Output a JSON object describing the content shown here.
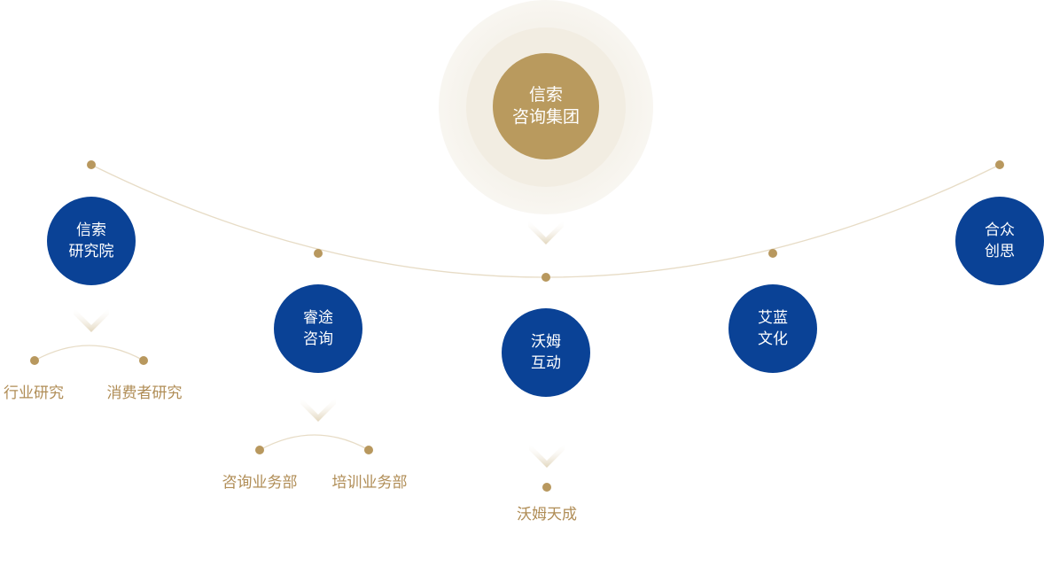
{
  "colors": {
    "gold": "#b99a5e",
    "gold_dot": "#b8985e",
    "gold_text": "#b08d56",
    "blue": "#0a4296",
    "arc": "#e7dcc6"
  },
  "center": {
    "line1": "信索",
    "line2": "咨询集团"
  },
  "subsidiaries": [
    {
      "line1": "信索",
      "line2": "研究院",
      "children": [
        "行业研究",
        "消费者研究"
      ]
    },
    {
      "line1": "睿途",
      "line2": "咨询",
      "children": [
        "咨询业务部",
        "培训业务部"
      ]
    },
    {
      "line1": "沃姆",
      "line2": "互动",
      "children": [
        "沃姆天成"
      ]
    },
    {
      "line1": "艾蓝",
      "line2": "文化",
      "children": []
    },
    {
      "line1": "合众",
      "line2": "创思",
      "children": []
    }
  ]
}
